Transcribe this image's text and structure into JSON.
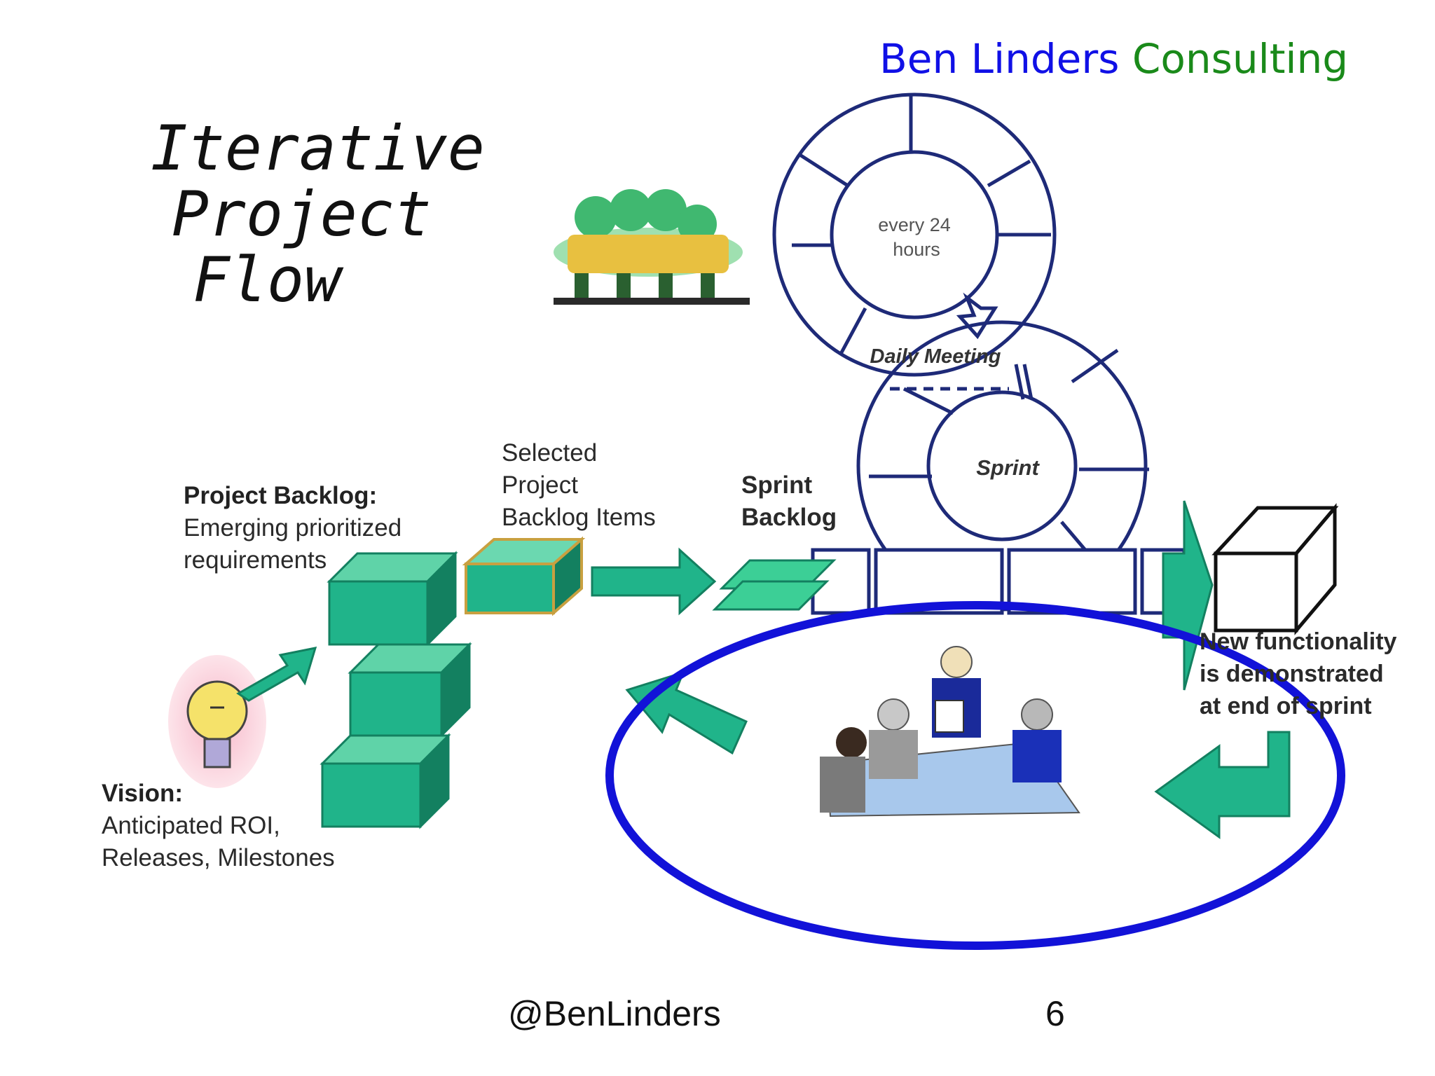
{
  "header": {
    "brand_part1": "Ben Linders",
    "brand_part2": "Consulting"
  },
  "title": {
    "line1": "Iterative",
    "line2": "Project",
    "line3": "Flow"
  },
  "labels": {
    "project_backlog_title": "Project Backlog:",
    "project_backlog_line1": "Emerging prioritized",
    "project_backlog_line2": "requirements",
    "selected_line1": "Selected",
    "selected_line2": "Project",
    "selected_line3": "Backlog Items",
    "sprint_backlog_line1": "Sprint",
    "sprint_backlog_line2": "Backlog",
    "vision_title": "Vision:",
    "vision_line1": "Anticipated ROI,",
    "vision_line2": "Releases, Milestones",
    "new_func_line1": "New functionality",
    "new_func_line2": "is demonstrated",
    "new_func_line3": "at end of sprint",
    "every_line1": "every 24",
    "every_line2": "hours",
    "daily_meeting": "Daily Meeting",
    "sprint": "Sprint"
  },
  "footer": {
    "handle": "@BenLinders",
    "page_number": "6"
  },
  "colors": {
    "block_fill": "#20b48a",
    "block_dark": "#138060",
    "cycle_stroke": "#1e2a78",
    "highlight_ellipse": "#1212d8",
    "brand_blue": "#1010e6",
    "brand_green": "#1a8a1a"
  }
}
